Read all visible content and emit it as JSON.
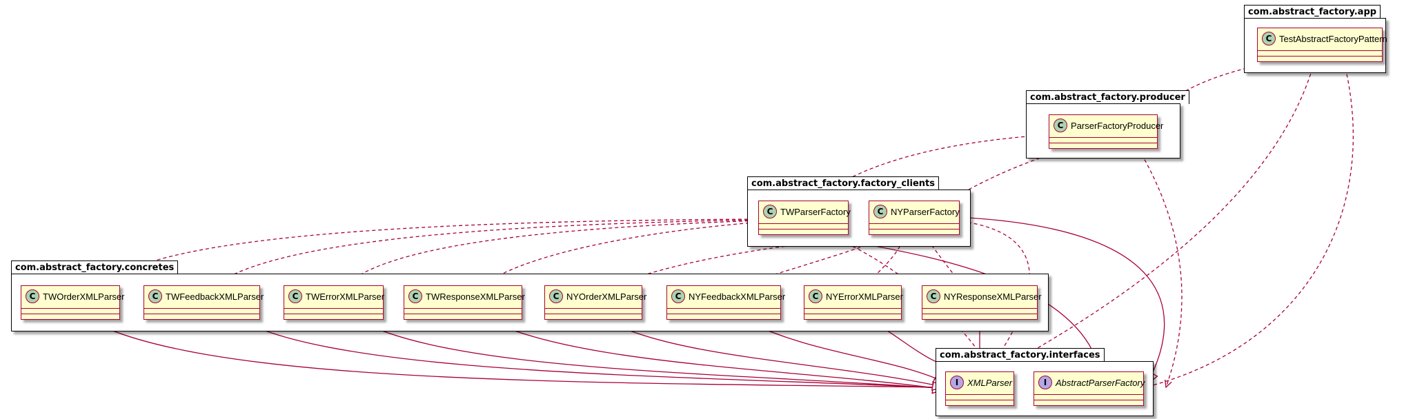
{
  "packages": [
    {
      "id": "app",
      "label": "com.abstract_factory.app"
    },
    {
      "id": "producer",
      "label": "com.abstract_factory.producer"
    },
    {
      "id": "factory_clients",
      "label": "com.abstract_factory.factory_clients"
    },
    {
      "id": "concretes",
      "label": "com.abstract_factory.concretes"
    },
    {
      "id": "interfaces",
      "label": "com.abstract_factory.interfaces"
    }
  ],
  "classes": [
    {
      "id": "TestAbstractFactoryPattern",
      "name": "TestAbstractFactoryPattern",
      "stereotype": "C"
    },
    {
      "id": "ParserFactoryProducer",
      "name": "ParserFactoryProducer",
      "stereotype": "C"
    },
    {
      "id": "TWParserFactory",
      "name": "TWParserFactory",
      "stereotype": "C"
    },
    {
      "id": "NYParserFactory",
      "name": "NYParserFactory",
      "stereotype": "C"
    },
    {
      "id": "TWOrderXMLParser",
      "name": "TWOrderXMLParser",
      "stereotype": "C"
    },
    {
      "id": "TWFeedbackXMLParser",
      "name": "TWFeedbackXMLParser",
      "stereotype": "C"
    },
    {
      "id": "TWErrorXMLParser",
      "name": "TWErrorXMLParser",
      "stereotype": "C"
    },
    {
      "id": "TWResponseXMLParser",
      "name": "TWResponseXMLParser",
      "stereotype": "C"
    },
    {
      "id": "NYOrderXMLParser",
      "name": "NYOrderXMLParser",
      "stereotype": "C"
    },
    {
      "id": "NYFeedbackXMLParser",
      "name": "NYFeedbackXMLParser",
      "stereotype": "C"
    },
    {
      "id": "NYErrorXMLParser",
      "name": "NYErrorXMLParser",
      "stereotype": "C"
    },
    {
      "id": "NYResponseXMLParser",
      "name": "NYResponseXMLParser",
      "stereotype": "C"
    },
    {
      "id": "XMLParser",
      "name": "XMLParser",
      "stereotype": "I"
    },
    {
      "id": "AbstractParserFactory",
      "name": "AbstractParserFactory",
      "stereotype": "I"
    }
  ],
  "relations": [
    {
      "from": "TestAbstractFactoryPattern",
      "to": "ParserFactoryProducer",
      "type": "dependency"
    },
    {
      "from": "TestAbstractFactoryPattern",
      "to": "XMLParser",
      "type": "dependency"
    },
    {
      "from": "TestAbstractFactoryPattern",
      "to": "AbstractParserFactory",
      "type": "dependency"
    },
    {
      "from": "ParserFactoryProducer",
      "to": "TWParserFactory",
      "type": "dependency"
    },
    {
      "from": "ParserFactoryProducer",
      "to": "NYParserFactory",
      "type": "dependency"
    },
    {
      "from": "ParserFactoryProducer",
      "to": "AbstractParserFactory",
      "type": "dependency"
    },
    {
      "from": "TWParserFactory",
      "to": "TWOrderXMLParser",
      "type": "dependency"
    },
    {
      "from": "TWParserFactory",
      "to": "TWFeedbackXMLParser",
      "type": "dependency"
    },
    {
      "from": "TWParserFactory",
      "to": "TWErrorXMLParser",
      "type": "dependency"
    },
    {
      "from": "TWParserFactory",
      "to": "TWResponseXMLParser",
      "type": "dependency"
    },
    {
      "from": "TWParserFactory",
      "to": "XMLParser",
      "type": "dependency"
    },
    {
      "from": "TWParserFactory",
      "to": "AbstractParserFactory",
      "type": "realization"
    },
    {
      "from": "NYParserFactory",
      "to": "NYOrderXMLParser",
      "type": "dependency"
    },
    {
      "from": "NYParserFactory",
      "to": "NYFeedbackXMLParser",
      "type": "dependency"
    },
    {
      "from": "NYParserFactory",
      "to": "NYErrorXMLParser",
      "type": "dependency"
    },
    {
      "from": "NYParserFactory",
      "to": "NYResponseXMLParser",
      "type": "dependency"
    },
    {
      "from": "NYParserFactory",
      "to": "XMLParser",
      "type": "dependency"
    },
    {
      "from": "NYParserFactory",
      "to": "AbstractParserFactory",
      "type": "realization"
    },
    {
      "from": "TWOrderXMLParser",
      "to": "XMLParser",
      "type": "realization"
    },
    {
      "from": "TWFeedbackXMLParser",
      "to": "XMLParser",
      "type": "realization"
    },
    {
      "from": "TWErrorXMLParser",
      "to": "XMLParser",
      "type": "realization"
    },
    {
      "from": "TWResponseXMLParser",
      "to": "XMLParser",
      "type": "realization"
    },
    {
      "from": "NYOrderXMLParser",
      "to": "XMLParser",
      "type": "realization"
    },
    {
      "from": "NYFeedbackXMLParser",
      "to": "XMLParser",
      "type": "realization"
    },
    {
      "from": "NYErrorXMLParser",
      "to": "XMLParser",
      "type": "realization"
    },
    {
      "from": "NYResponseXMLParser",
      "to": "XMLParser",
      "type": "realization"
    }
  ],
  "colors": {
    "class_fill": "#fefece",
    "class_border": "#a80036",
    "class_badge": "#add1b2",
    "interface_badge": "#b4a7e5",
    "arrow": "#a80036",
    "package_border": "#000000"
  }
}
